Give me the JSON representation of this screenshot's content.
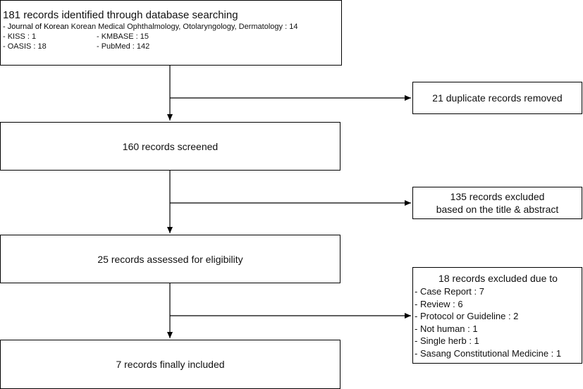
{
  "identification": {
    "title": "181 records identified through database searching",
    "line1_prefix": "- Journal of Korean",
    "line1_rest": " Korean Medical Ophthalmology, Otolaryngology, Dermatology : 14",
    "kiss": "- KISS : 1",
    "kmbase": "- KMBASE : 15",
    "oasis": "- OASIS : 18",
    "pubmed": "- PubMed : 142"
  },
  "duplicates": "21 duplicate records removed",
  "screened": "160 records screened",
  "excluded_title": {
    "line1": "135 records excluded",
    "line2": "based on the title & abstract"
  },
  "assessed": "25 records assessed for eligibility",
  "excluded_full": {
    "header": "18 records excluded due to",
    "items": [
      "- Case Report : 7",
      "- Review : 6",
      "- Protocol or Guideline : 2",
      "- Not human : 1",
      "- Single herb : 1",
      "- Sasang Constitutional Medicine : 1"
    ]
  },
  "included": "7 records finally included"
}
